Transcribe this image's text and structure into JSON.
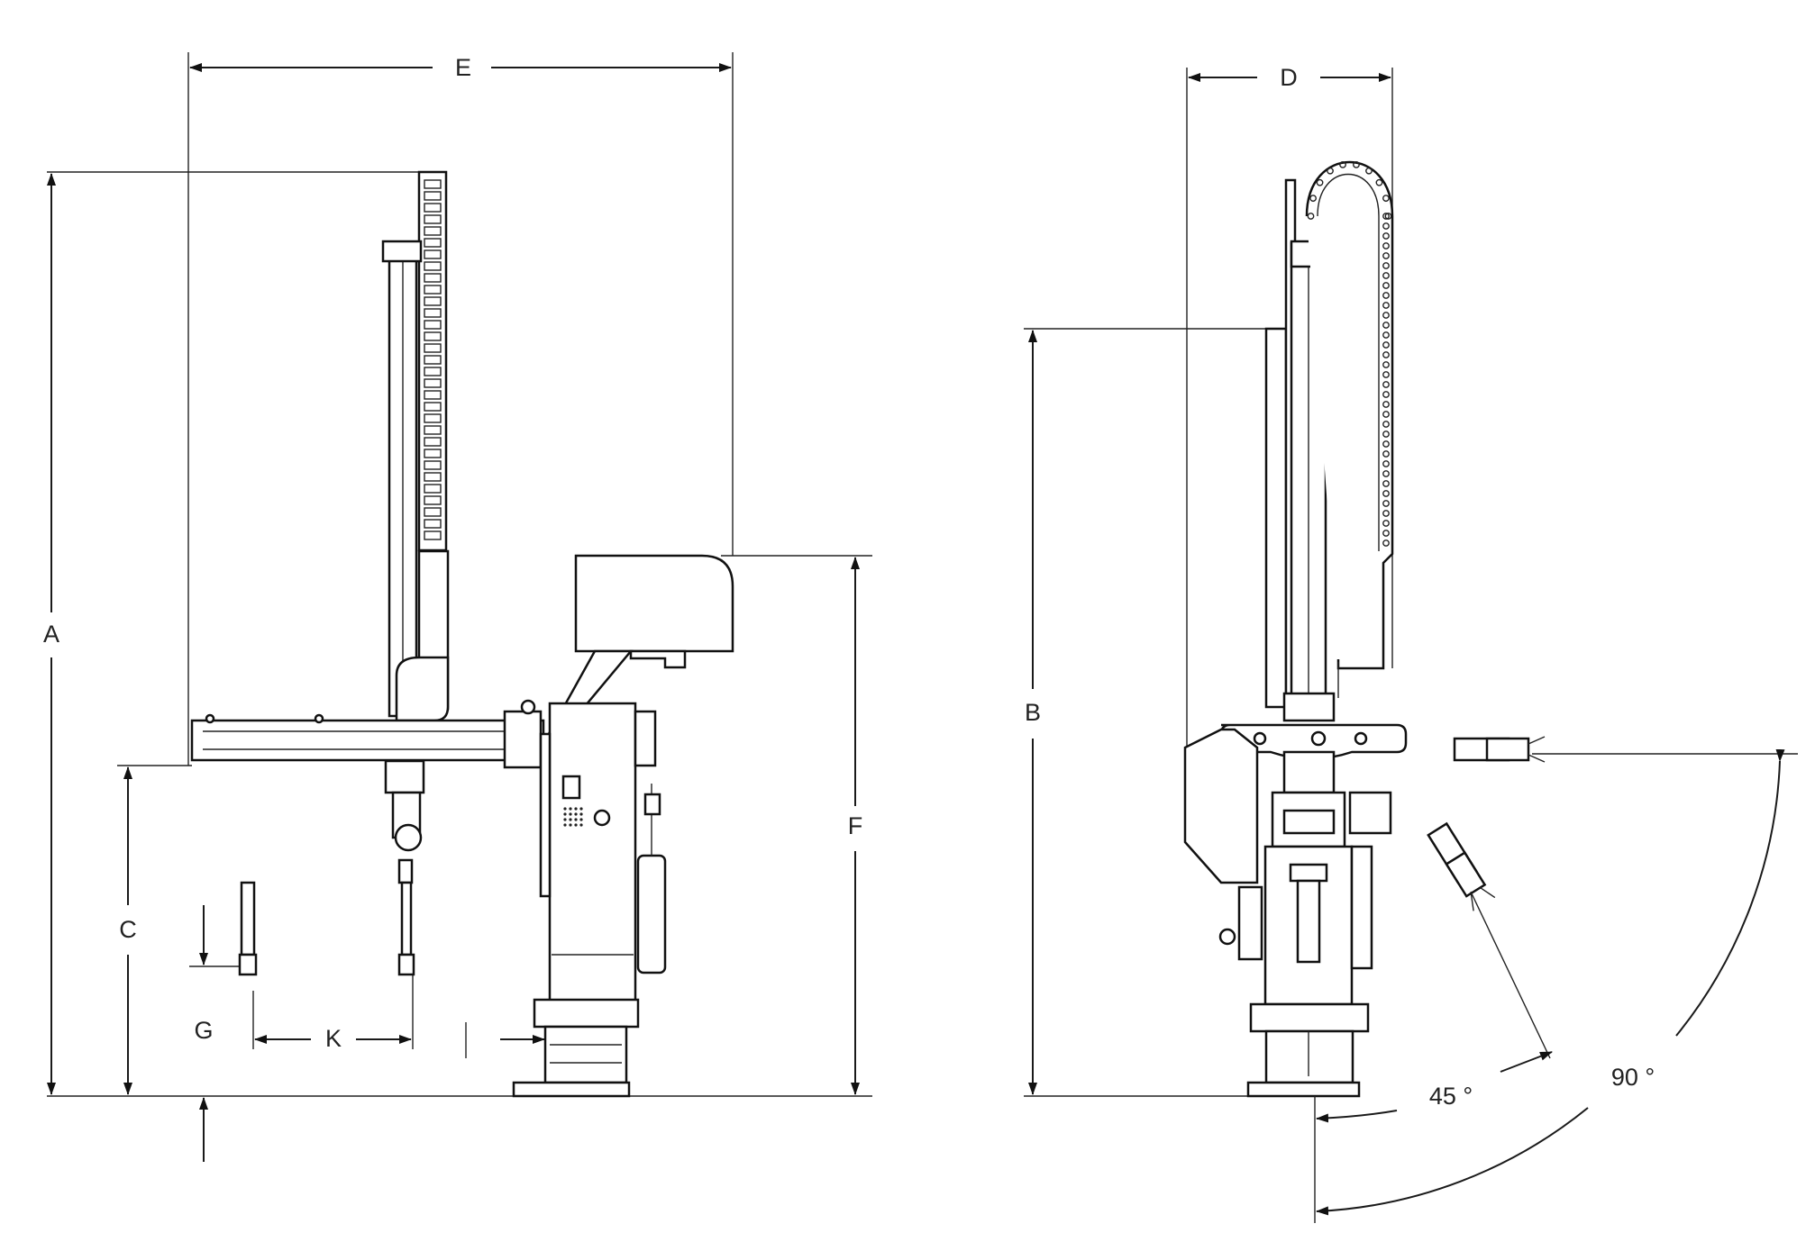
{
  "diagram": {
    "dimension_labels": {
      "A": "A",
      "B": "B",
      "C": "C",
      "D": "D",
      "E": "E",
      "F": "F",
      "G": "G",
      "K": "K"
    },
    "angles": {
      "angle_45": "45 °",
      "angle_90": "90 °"
    },
    "colors": {
      "line": "#1a1a1a",
      "background": "#ffffff"
    }
  }
}
